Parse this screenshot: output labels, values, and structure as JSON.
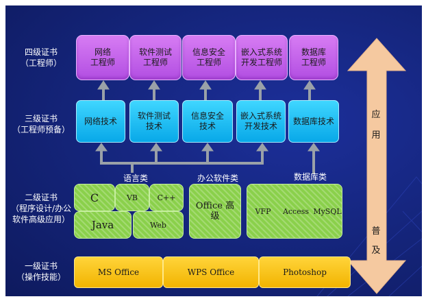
{
  "levels": [
    {
      "line1": "四级证书",
      "line2": "（工程师）"
    },
    {
      "line1": "三级证书",
      "line2": "（工程师预备）"
    },
    {
      "line1": "二级证书",
      "line2": "（程序设计/办公",
      "line3": "软件高级应用）"
    },
    {
      "line1": "一级证书",
      "line2": "（操作技能）"
    }
  ],
  "level4": [
    {
      "line1": "网络",
      "line2": "工程师"
    },
    {
      "line1": "软件测试",
      "line2": "工程师"
    },
    {
      "line1": "信息安全",
      "line2": "工程师"
    },
    {
      "line1": "嵌入式系统",
      "line2": "开发工程师"
    },
    {
      "line1": "数据库",
      "line2": "工程师"
    }
  ],
  "level3": [
    {
      "line1": "网络技术",
      "line2": ""
    },
    {
      "line1": "软件测试",
      "line2": "技术"
    },
    {
      "line1": "信息安全",
      "line2": "技术"
    },
    {
      "line1": "嵌入式系统",
      "line2": "开发技术"
    },
    {
      "line1": "数据库技术",
      "line2": ""
    }
  ],
  "groups": {
    "language": "语言类",
    "office": "办公软件类",
    "database": "数据库类"
  },
  "level2": {
    "c": "C",
    "vb": "VB",
    "cpp": "C++",
    "java": "Java",
    "web": "Web",
    "office_line1": "Office 高",
    "office_line2": "级",
    "vfp": "VFP",
    "access": "Access",
    "mysql": "MySQL"
  },
  "level1": [
    "MS Office",
    "WPS Office",
    "Photoshop"
  ],
  "side_arrow": {
    "top1": "应",
    "top2": "用",
    "bottom1": "普",
    "bottom2": "及"
  },
  "colors": {
    "background": "#142479",
    "purple": "#c063ea",
    "cyan": "#16b8f2",
    "green": "#8ad04b",
    "gold": "#f5be12",
    "arrow": "#f5c9a0",
    "connector": "#9aa1a8"
  }
}
